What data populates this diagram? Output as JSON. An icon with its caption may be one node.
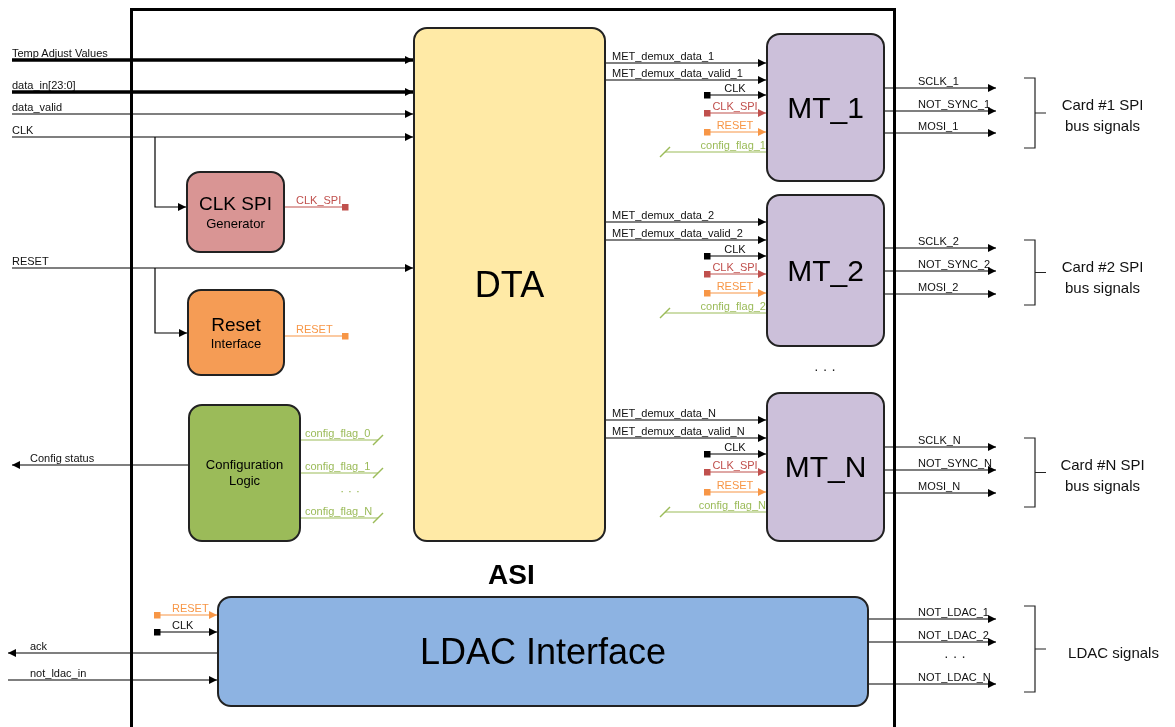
{
  "diagram": {
    "nodes": [
      {
        "text": [
          "ASI"
        ]
      },
      {
        "text": [
          "DTA"
        ],
        "in": 0
      },
      {
        "text": [
          "CLK SPI",
          "Generator"
        ],
        "in": 0
      },
      {
        "text": [
          "Reset",
          "Interface"
        ],
        "in": 0
      },
      {
        "text": [
          "Configuration Logic"
        ],
        "in": 0
      },
      {
        "text": [
          "MT_1"
        ],
        "in": 0
      },
      {
        "text": [
          "MT_2"
        ],
        "in": 0
      },
      {
        "text": [
          "MT_N"
        ],
        "in": 0
      },
      {
        "text": [
          "LDAC Interface"
        ],
        "in": 0
      }
    ],
    "edges": [
      {
        "from": null,
        "to": 1,
        "arrow": "to",
        "label": "Temp Adjust Values",
        "style": "thick"
      },
      {
        "from": null,
        "to": 1,
        "arrow": "to",
        "label": "data_in[23:0]",
        "style": "thick"
      },
      {
        "from": null,
        "to": 1,
        "arrow": "to",
        "label": "data_valid"
      },
      {
        "from": null,
        "to": 1,
        "arrow": "to",
        "label": "CLK"
      },
      {
        "from": null,
        "to": 2,
        "arrow": "to"
      },
      {
        "from": null,
        "to": 1,
        "arrow": "to",
        "label": "RESET"
      },
      {
        "from": null,
        "to": 3,
        "arrow": "to"
      },
      {
        "from": 2,
        "to": null,
        "arrow": "other",
        "label": "CLK_SPI",
        "color": "#c0504d"
      },
      {
        "from": 3,
        "to": null,
        "arrow": "other",
        "label": "RESET",
        "color": "#f79646"
      },
      {
        "from": 4,
        "to": null,
        "arrow": "to",
        "label": "Config status"
      },
      {
        "from": 4,
        "to": null,
        "arrow": "other",
        "label": "config_flag_0",
        "color": "#9bbb59"
      },
      {
        "from": 4,
        "to": null,
        "arrow": "other",
        "label": "config_flag_1",
        "color": "#9bbb59"
      },
      {
        "from": 4,
        "to": null,
        "arrow": "other",
        "label": "config_flag_N",
        "color": "#9bbb59"
      },
      {
        "from": 1,
        "to": 5,
        "arrow": "to",
        "label": "MET_demux_data_1"
      },
      {
        "from": 1,
        "to": 5,
        "arrow": "to",
        "label": "MET_demux_data_valid_1"
      },
      {
        "from": null,
        "to": 5,
        "arrow": "to",
        "label": "CLK"
      },
      {
        "from": null,
        "to": 5,
        "arrow": "to",
        "label": "CLK_SPI",
        "color": "#c0504d"
      },
      {
        "from": null,
        "to": 5,
        "arrow": "to",
        "label": "RESET",
        "color": "#f79646"
      },
      {
        "from": null,
        "to": 5,
        "arrow": "other",
        "label": "config_flag_1",
        "color": "#9bbb59"
      },
      {
        "from": 5,
        "to": null,
        "arrow": "to",
        "label": "SCLK_1"
      },
      {
        "from": 5,
        "to": null,
        "arrow": "to",
        "label": "NOT_SYNC_1"
      },
      {
        "from": 5,
        "to": null,
        "arrow": "to",
        "label": "MOSI_1"
      },
      {
        "from": 1,
        "to": 6,
        "arrow": "to",
        "label": "MET_demux_data_2"
      },
      {
        "from": 1,
        "to": 6,
        "arrow": "to",
        "label": "MET_demux_data_valid_2"
      },
      {
        "from": null,
        "to": 6,
        "arrow": "to",
        "label": "CLK"
      },
      {
        "from": null,
        "to": 6,
        "arrow": "to",
        "label": "CLK_SPI",
        "color": "#c0504d"
      },
      {
        "from": null,
        "to": 6,
        "arrow": "to",
        "label": "RESET",
        "color": "#f79646"
      },
      {
        "from": null,
        "to": 6,
        "arrow": "other",
        "label": "config_flag_2",
        "color": "#9bbb59"
      },
      {
        "from": 6,
        "to": null,
        "arrow": "to",
        "label": "SCLK_2"
      },
      {
        "from": 6,
        "to": null,
        "arrow": "to",
        "label": "NOT_SYNC_2"
      },
      {
        "from": 6,
        "to": null,
        "arrow": "to",
        "label": "MOSI_2"
      },
      {
        "from": 1,
        "to": 7,
        "arrow": "to",
        "label": "MET_demux_data_N"
      },
      {
        "from": 1,
        "to": 7,
        "arrow": "to",
        "label": "MET_demux_data_valid_N"
      },
      {
        "from": null,
        "to": 7,
        "arrow": "to",
        "label": "CLK"
      },
      {
        "from": null,
        "to": 7,
        "arrow": "to",
        "label": "CLK_SPI",
        "color": "#c0504d"
      },
      {
        "from": null,
        "to": 7,
        "arrow": "to",
        "label": "RESET",
        "color": "#f79646"
      },
      {
        "from": null,
        "to": 7,
        "arrow": "other",
        "label": "config_flag_N",
        "color": "#9bbb59"
      },
      {
        "from": 7,
        "to": null,
        "arrow": "to",
        "label": "SCLK_N"
      },
      {
        "from": 7,
        "to": null,
        "arrow": "to",
        "label": "NOT_SYNC_N"
      },
      {
        "from": 7,
        "to": null,
        "arrow": "to",
        "label": "MOSI_N"
      },
      {
        "from": null,
        "to": 8,
        "arrow": "to",
        "label": "RESET",
        "color": "#f79646"
      },
      {
        "from": null,
        "to": 8,
        "arrow": "to",
        "label": "CLK"
      },
      {
        "from": 8,
        "to": null,
        "arrow": "to",
        "label": "ack"
      },
      {
        "from": null,
        "to": 8,
        "arrow": "to",
        "label": "not_ldac_in"
      },
      {
        "from": 8,
        "to": null,
        "arrow": "to",
        "label": "NOT_LDAC_1"
      },
      {
        "from": 8,
        "to": null,
        "arrow": "to",
        "label": "NOT_LDAC_2"
      },
      {
        "from": 8,
        "to": null,
        "arrow": "to",
        "label": "NOT_LDAC_N"
      }
    ],
    "labels": [
      "· · ·",
      "· · ·",
      "Card #1 SPI bus signals",
      "Card #2 SPI bus signals",
      "Card #N SPI bus signals",
      "· · ·",
      "LDAC signals"
    ]
  }
}
